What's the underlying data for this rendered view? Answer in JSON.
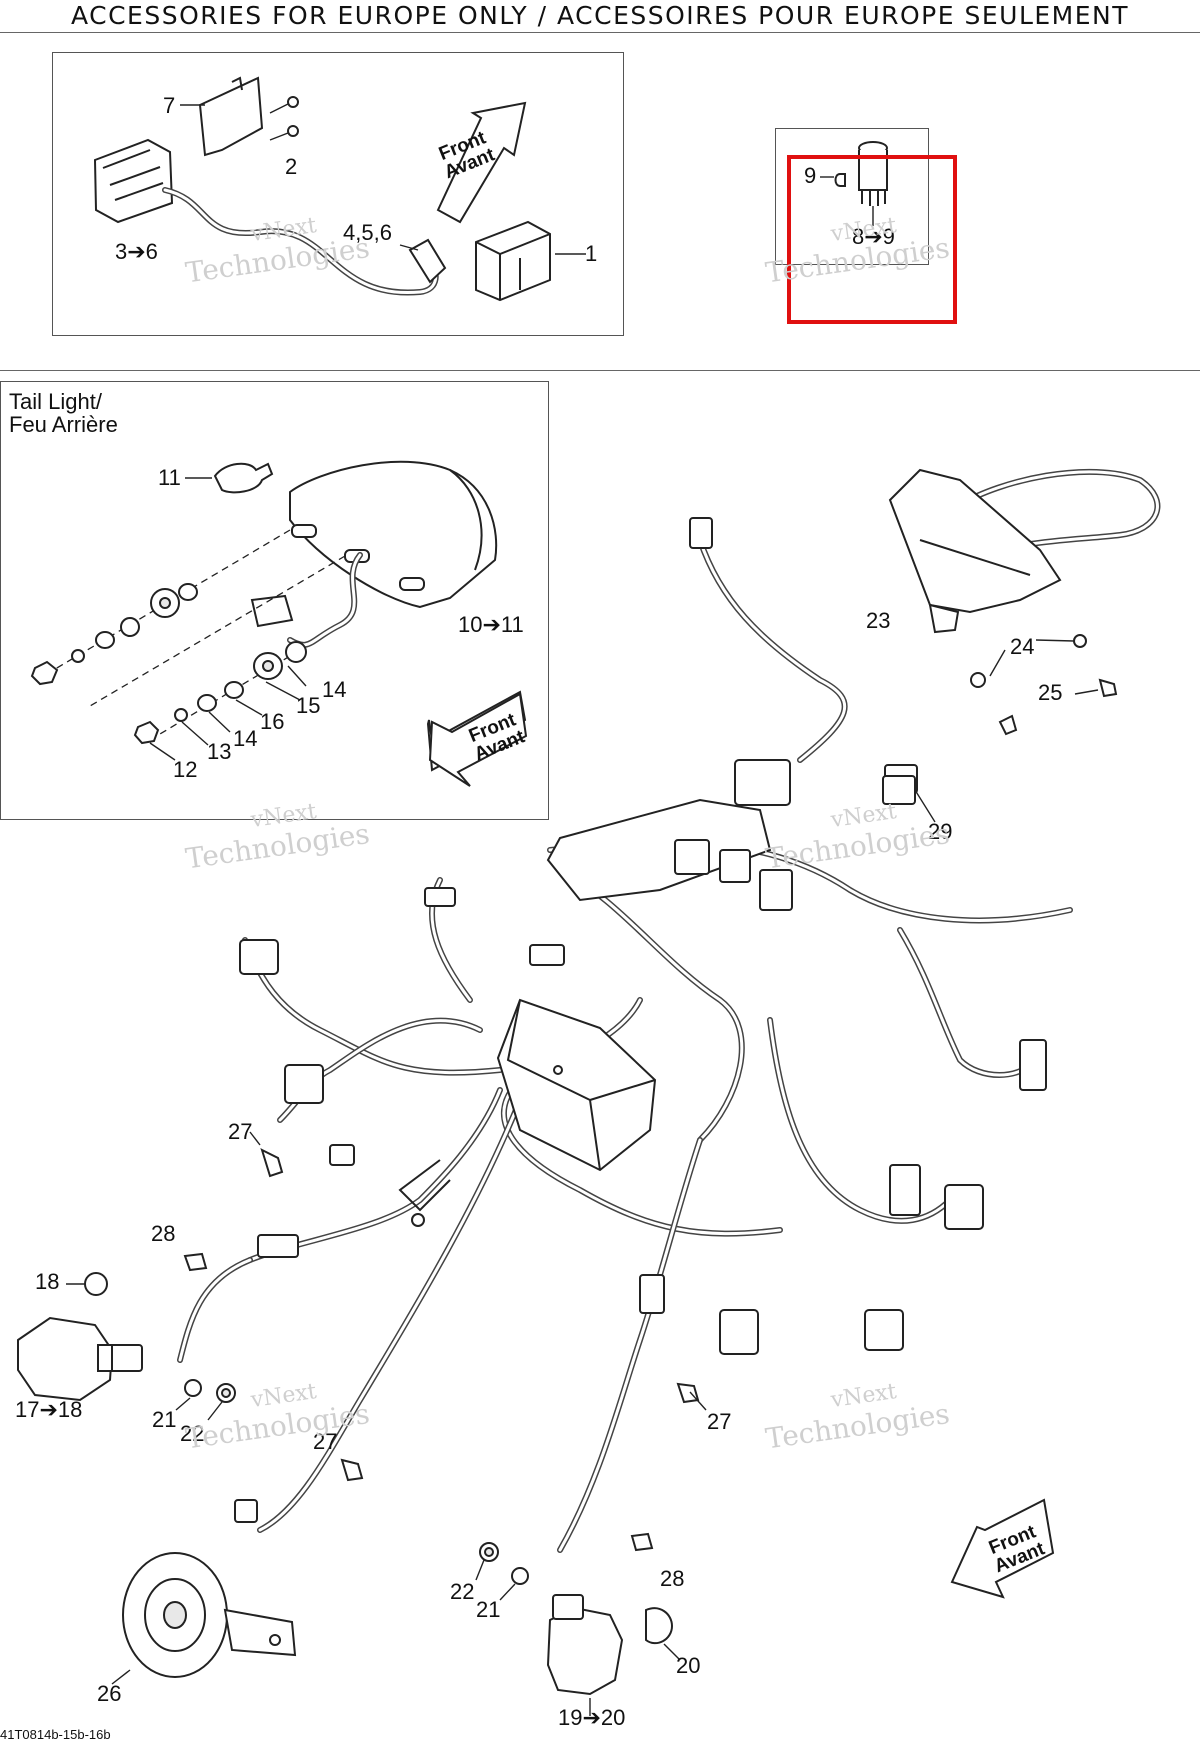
{
  "header": {
    "title": "ACCESSORIES FOR EUROPE ONLY / ACCESSOIRES POUR EUROPE SEULEMENT"
  },
  "tail_light": {
    "title_en": "Tail Light/",
    "title_fr": "Feu Arrière"
  },
  "front_arrow": {
    "line1": "Front",
    "line2": "Avant"
  },
  "watermark": {
    "line1": "vNext",
    "line2": "Technologies"
  },
  "callouts": {
    "c1": "1",
    "c2": "2",
    "c3_6": "3➔6",
    "c456": "4,5,6",
    "c7": "7",
    "c9": "9",
    "c8_9": "8➔9",
    "c10_11": "10➔11",
    "c11": "11",
    "c12": "12",
    "c13": "13",
    "c14a": "14",
    "c14b": "14",
    "c15": "15",
    "c16": "16",
    "c17_18": "17➔18",
    "c18": "18",
    "c19_20": "19➔20",
    "c20": "20",
    "c21a": "21",
    "c21b": "21",
    "c22a": "22",
    "c22b": "22",
    "c23": "23",
    "c24": "24",
    "c25": "25",
    "c26": "26",
    "c27a": "27",
    "c27b": "27",
    "c27c": "27",
    "c28a": "28",
    "c28b": "28",
    "c29": "29"
  },
  "highlight": {
    "color": "#e01010"
  },
  "footer": {
    "code": "41T0814b-15b-16b"
  }
}
